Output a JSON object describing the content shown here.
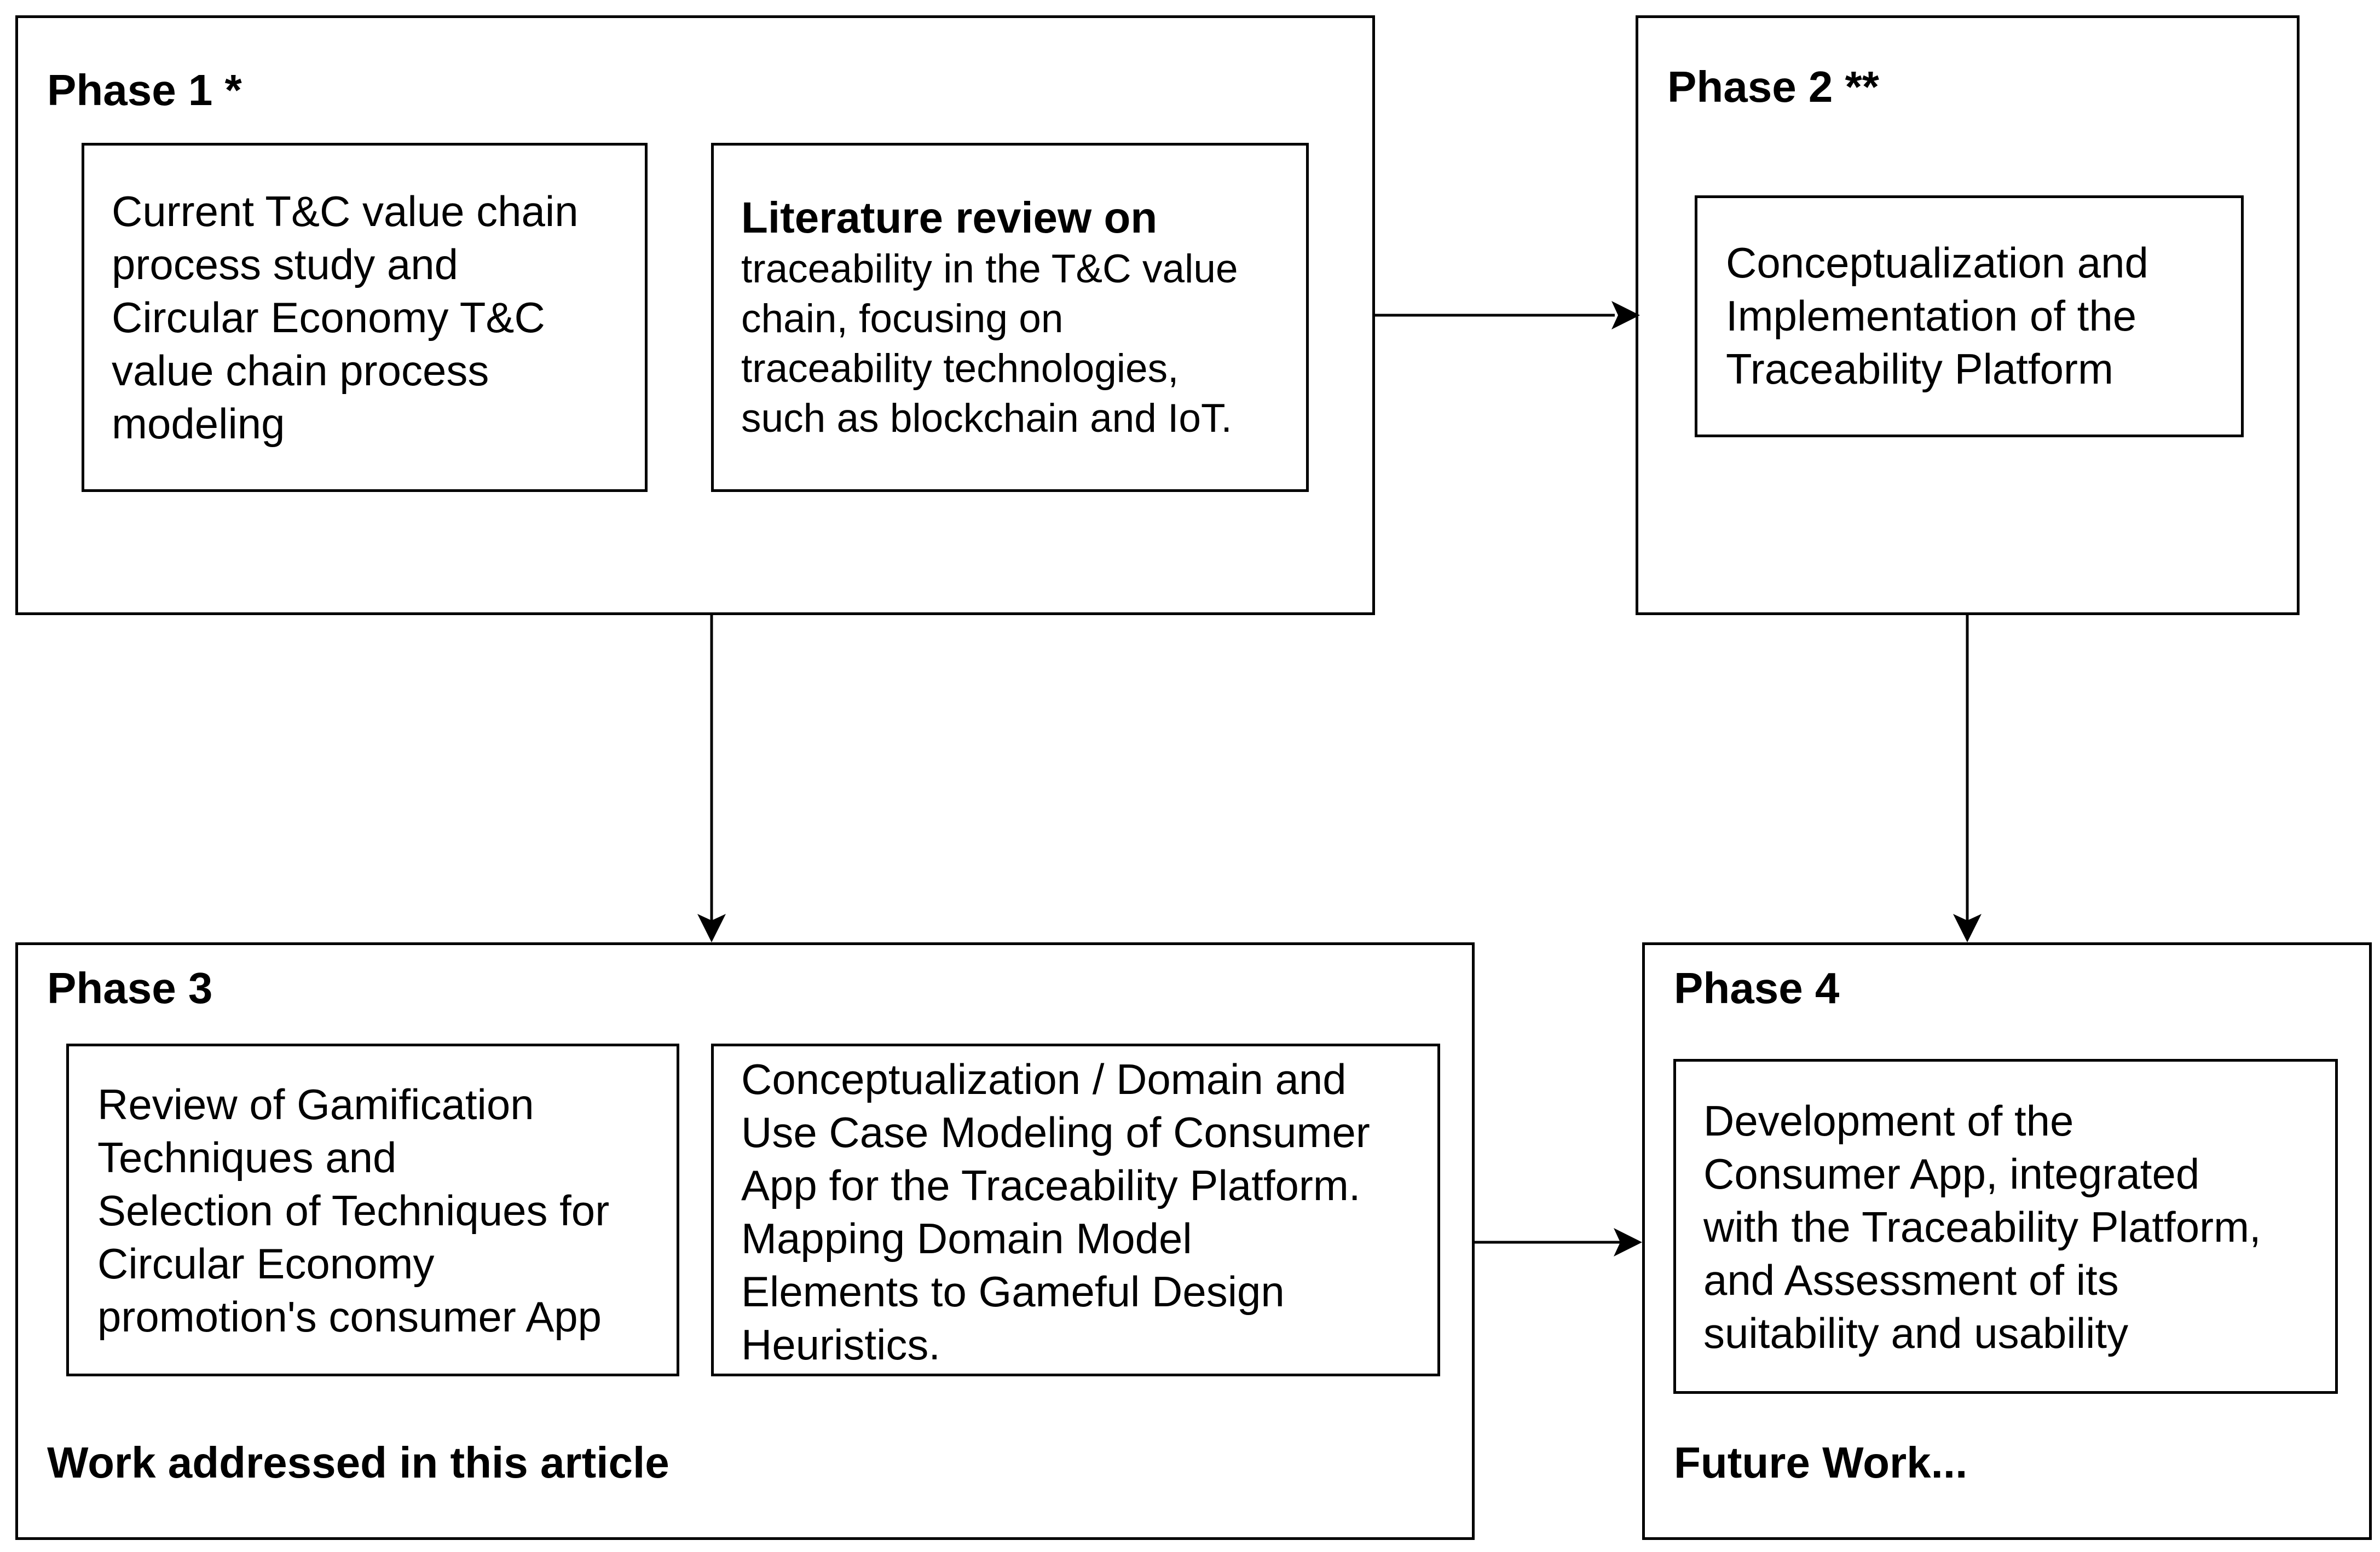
{
  "phases": {
    "phase1": {
      "title": "Phase 1 *",
      "box1": {
        "lines": [
          "Current T&C value chain",
          "process study and",
          "Circular Economy T&C",
          "value chain process",
          "modeling"
        ]
      },
      "box2": {
        "lead": "Literature review on",
        "lines": [
          "traceability in the T&C value",
          "chain, focusing on",
          "traceability technologies,",
          "such as blockchain and IoT."
        ]
      }
    },
    "phase2": {
      "title": "Phase 2 **",
      "box1": {
        "lines": [
          "Conceptualization and",
          "Implementation of the",
          "Traceability Platform"
        ]
      }
    },
    "phase3": {
      "title": "Phase 3",
      "box1": {
        "lines": [
          "Review of Gamification",
          "Techniques and",
          "Selection of Techniques for",
          "Circular Economy",
          "promotion's consumer App"
        ]
      },
      "box2": {
        "lines": [
          "Conceptualization / Domain and",
          "Use Case Modeling of Consumer",
          "App for the Traceability Platform.",
          "Mapping Domain Model",
          "Elements to Gameful Design",
          "Heuristics."
        ]
      },
      "footer": "Work addressed in this article"
    },
    "phase4": {
      "title": "Phase 4",
      "box1": {
        "lines": [
          "Development of the",
          "Consumer App, integrated",
          "with the Traceability Platform,",
          "and Assessment of its",
          "suitability and usability"
        ]
      },
      "footer": "Future Work..."
    }
  }
}
